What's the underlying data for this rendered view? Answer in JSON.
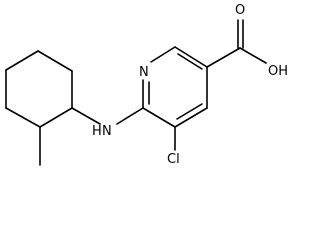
{
  "molecule": {
    "atoms": {
      "n_ring": "N",
      "nh": "H",
      "nh_n": "N",
      "cl": "Cl",
      "oh": "OH",
      "o_carbonyl": "O"
    },
    "colors": {
      "bond": "#000000",
      "label": "#000000",
      "background": "#ffffff"
    }
  }
}
